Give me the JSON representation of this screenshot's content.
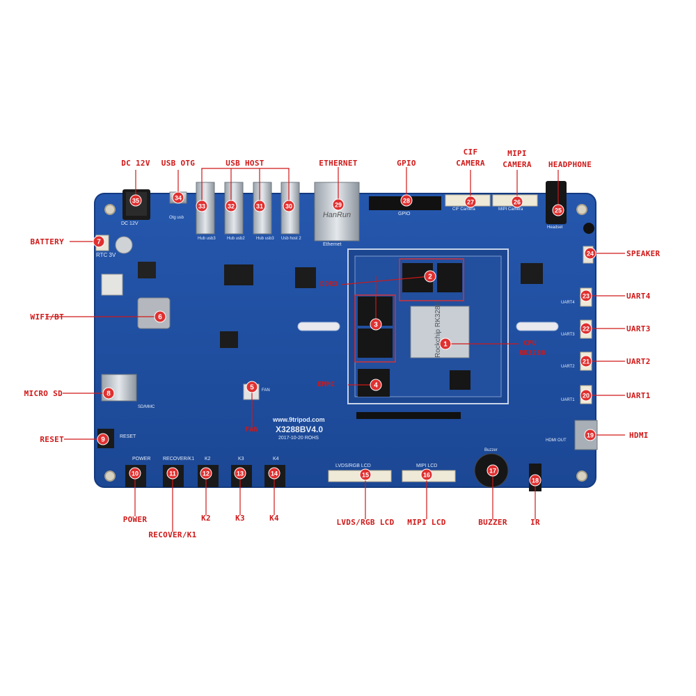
{
  "board": {
    "model": "X3288BV4.0",
    "website": "www.9tripod.com",
    "date_rohs": "2017-10-20  ROHS",
    "silk": {
      "dc": "DC 12V",
      "rtc": "RTC 3V",
      "otg": "Otg usb",
      "usb3": "Hub usb3",
      "usb2": "Hub usb2",
      "usb3b": "Hub usb3",
      "usbhost2": "Usb host 2",
      "ethernet": "Ethernet",
      "gpio": "GPIO",
      "cif": "CIF Camera",
      "mipi_cam": "MIPI Camera",
      "headset": "Headset",
      "uart4": "UART4",
      "uart3": "UART3",
      "uart2": "UART2",
      "uart1": "UART1",
      "sdmmc": "SD/MMC",
      "reset": "RESET",
      "fan": "FAN",
      "power": "POWER",
      "recover": "RECOVER/K1",
      "k2": "K2",
      "k3": "K3",
      "k4": "K4",
      "lvds": "LVDS/RGB LCD",
      "mipi_lcd": "MIPI LCD",
      "buzzer": "Buzzer",
      "hdmi_out": "HDMI OUT"
    }
  },
  "labels": {
    "dc12v": "DC 12V",
    "usb_otg": "USB OTG",
    "usb_host": "USB HOST",
    "ethernet": "ETHERNET",
    "gpio": "GPIO",
    "cif_camera_1": "CIF",
    "cif_camera_2": "CAMERA",
    "mipi_camera_1": "MIPI",
    "mipi_camera_2": "CAMERA",
    "headphone": "HEADPHONE",
    "battery": "BATTERY",
    "speaker": "SPEAKER",
    "wifi_bt": "WIFI/BT",
    "uart4": "UART4",
    "uart3": "UART3",
    "uart2": "UART2",
    "uart1": "UART1",
    "micro_sd": "MICRO SD",
    "hdmi": "HDMI",
    "reset": "RESET",
    "power": "POWER",
    "recover_k1": "RECOVER/K1",
    "k2": "K2",
    "k3": "K3",
    "k4": "K4",
    "lvds_rgb_lcd": "LVDS/RGB LCD",
    "mipi_lcd": "MIPI LCD",
    "buzzer": "BUZZER",
    "ir": "IR",
    "ddr3": "DDR3",
    "emmc": "EMMC",
    "cpu_1": "CPU",
    "cpu_2": "RK3288",
    "fan": "FAN"
  },
  "markers": [
    "1",
    "2",
    "3",
    "4",
    "5",
    "6",
    "7",
    "8",
    "9",
    "10",
    "11",
    "12",
    "13",
    "14",
    "15",
    "16",
    "17",
    "18",
    "19",
    "20",
    "21",
    "22",
    "23",
    "24",
    "25",
    "26",
    "27",
    "28",
    "29",
    "30",
    "31",
    "32",
    "33",
    "34",
    "35"
  ],
  "colors": {
    "accent": "#d01818",
    "marker_fill": "#e03030",
    "pcb": "#1f4fa3",
    "pcb_edge": "#173e86",
    "core_module": "#1c4690"
  }
}
